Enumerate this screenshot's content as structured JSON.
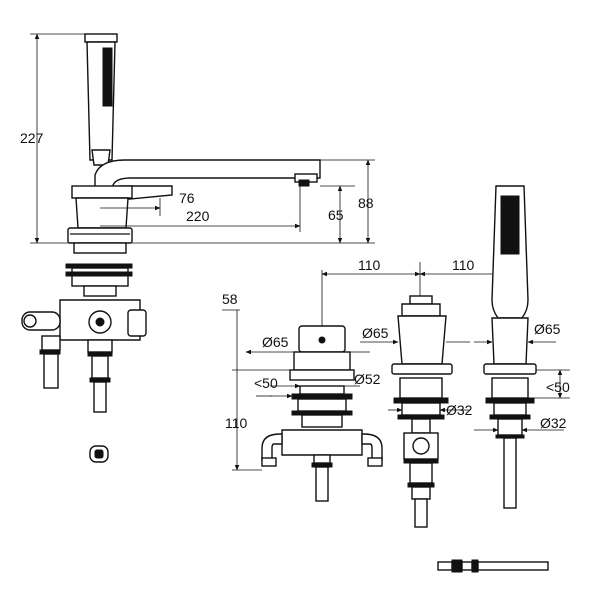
{
  "dimensions": {
    "total_height": "227",
    "spout_reach_inner": "76",
    "spout_reach": "220",
    "spout_outlet_height": "65",
    "spout_top_height": "88",
    "center_spacing_left": "110",
    "center_spacing_right": "110",
    "deck_thickness_max": "58",
    "deck_thickness_min_valve": "110",
    "rosette_diameter_1": "Ø65",
    "rosette_diameter_2": "Ø65",
    "rosette_diameter_3": "Ø65",
    "base_diameter": "Ø52",
    "hole_diameter_1": "Ø32",
    "hole_diameter_2": "Ø32",
    "deck_max_left": "<50",
    "deck_max_right": "<50"
  },
  "colors": {
    "line": "#111111",
    "background": "#ffffff",
    "fill_dark": "#111111"
  }
}
